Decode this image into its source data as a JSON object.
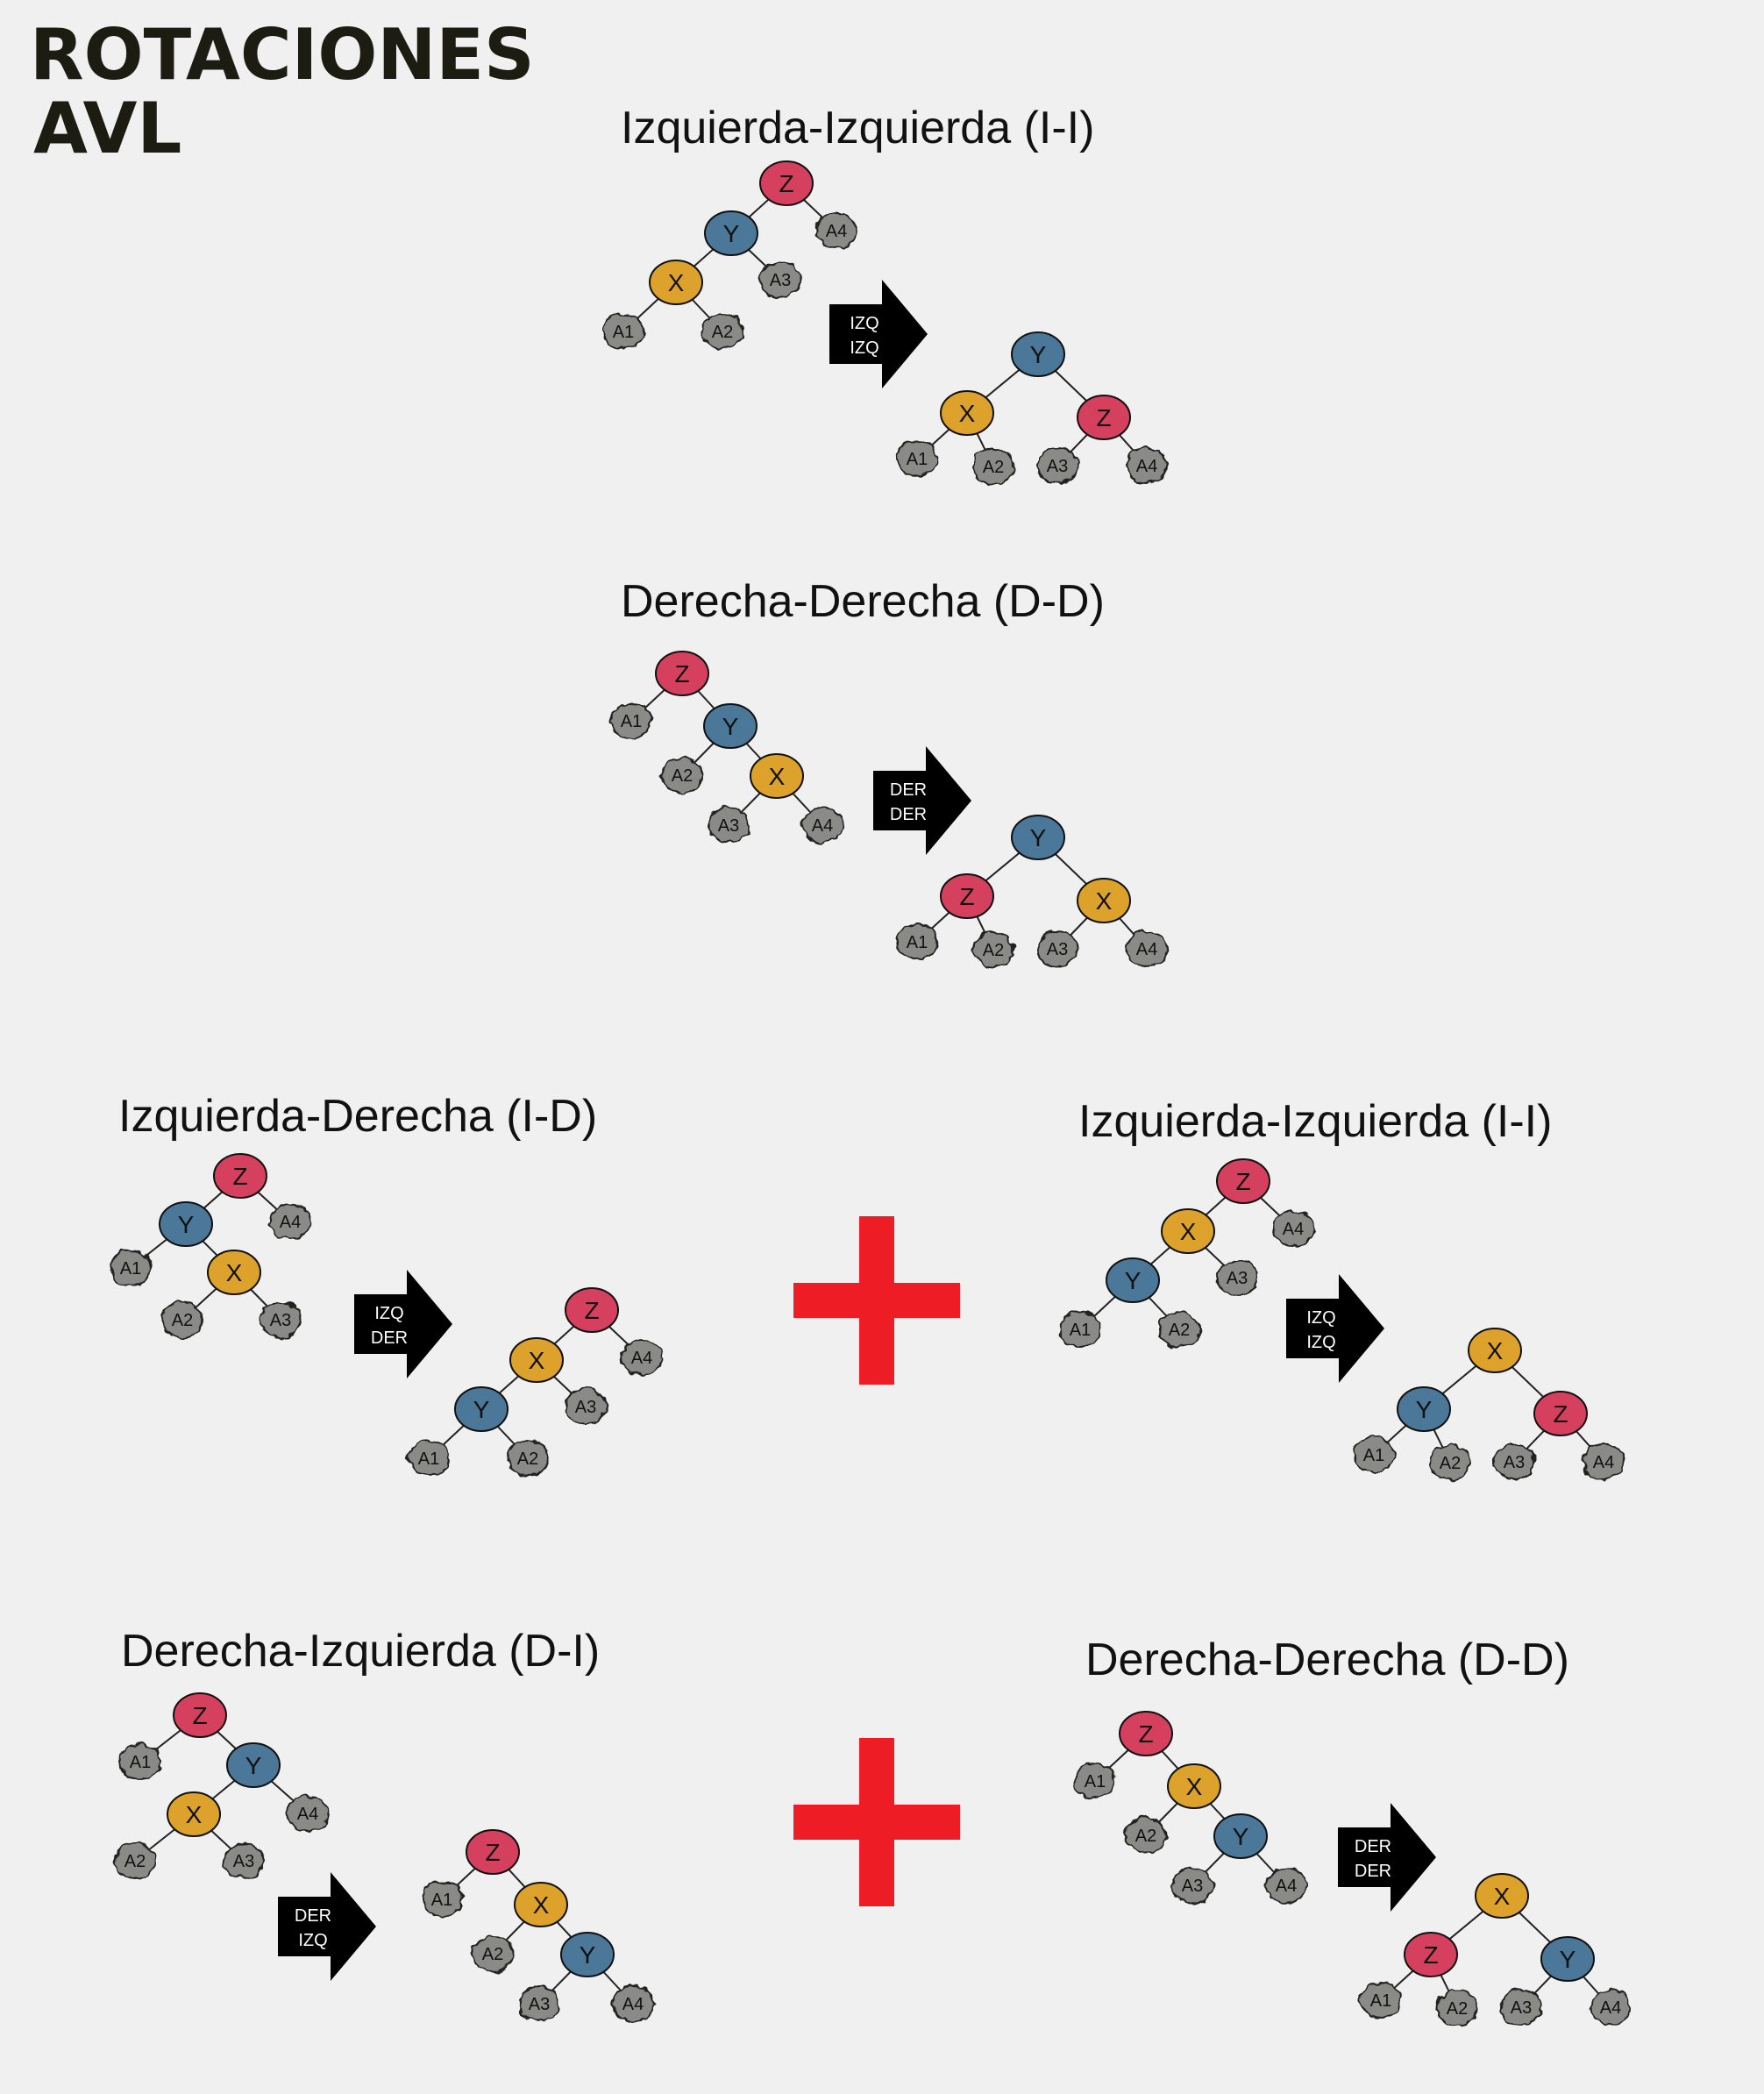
{
  "title_lines": [
    "ROTACIONES",
    "AVL"
  ],
  "colors": {
    "background": "#f0f0f0",
    "node_Z": "#d4405e",
    "node_Y": "#4b7899",
    "node_X": "#dca22b",
    "subtree": "#8a8a86",
    "arrow": "#000000",
    "plus": "#ee1c25"
  },
  "sections": [
    {
      "id": "ii",
      "title": "Izquierda-Izquierda (I-I)",
      "arrow": [
        "IZQ",
        "IZQ"
      ]
    },
    {
      "id": "dd",
      "title": "Derecha-Derecha (D-D)",
      "arrow": [
        "DER",
        "DER"
      ]
    },
    {
      "id": "id",
      "title": "Izquierda-Derecha (I-D)",
      "arrow": [
        "IZQ",
        "DER"
      ]
    },
    {
      "id": "id2",
      "title": "Izquierda-Izquierda (I-I)",
      "arrow": [
        "IZQ",
        "IZQ"
      ]
    },
    {
      "id": "di",
      "title": "Derecha-Izquierda (D-I)",
      "arrow": [
        "DER",
        "IZQ"
      ]
    },
    {
      "id": "di2",
      "title": "Derecha-Derecha (D-D)",
      "arrow": [
        "DER",
        "DER"
      ]
    }
  ],
  "node_names": [
    "X",
    "Y",
    "Z"
  ],
  "subtree_names": [
    "A1",
    "A2",
    "A3",
    "A4"
  ],
  "plus_signs": 2
}
